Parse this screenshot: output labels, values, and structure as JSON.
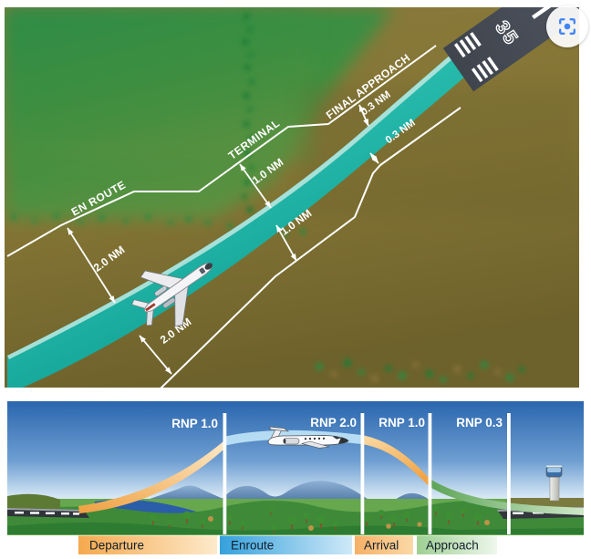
{
  "figure": {
    "description": "RNP corridor diagram",
    "accent_teal": "#17b3a5",
    "label_color": "#ffffff"
  },
  "lens_button": {
    "icon": "google-lens",
    "color": "#4285f4"
  },
  "top_diagram": {
    "phase_labels": {
      "en_route": "EN ROUTE",
      "terminal": "TERMINAL",
      "final_approach": "FINAL APPROACH"
    },
    "widths": {
      "en_route_left": "2.0 NM",
      "en_route_right": "2.0 NM",
      "terminal_left": "1.0 NM",
      "terminal_right": "1.0 NM",
      "final_left": "0.3 NM",
      "final_right": "0.3 NM"
    },
    "runway_number": "35",
    "colors": {
      "terrain_green": "#2f8f48",
      "terrain_brown": "#85753a",
      "corridor": "#17b3a5",
      "runway": "#4a5058"
    }
  },
  "bottom_diagram": {
    "segments": [
      {
        "rnp": "RNP 1.0",
        "phase": "Departure"
      },
      {
        "rnp": "RNP 2.0",
        "phase": "Enroute"
      },
      {
        "rnp": "RNP 1.0",
        "phase": "Arrival"
      },
      {
        "rnp": "RNP 0.3",
        "phase": "Approach"
      }
    ],
    "colors": {
      "sky_top": "#2a66ae",
      "departure_bar": "#f5a94e",
      "enroute_bar": "#35a1dc",
      "arrival_bar": "#f6b066",
      "approach_bar": "#9ecf92"
    }
  }
}
